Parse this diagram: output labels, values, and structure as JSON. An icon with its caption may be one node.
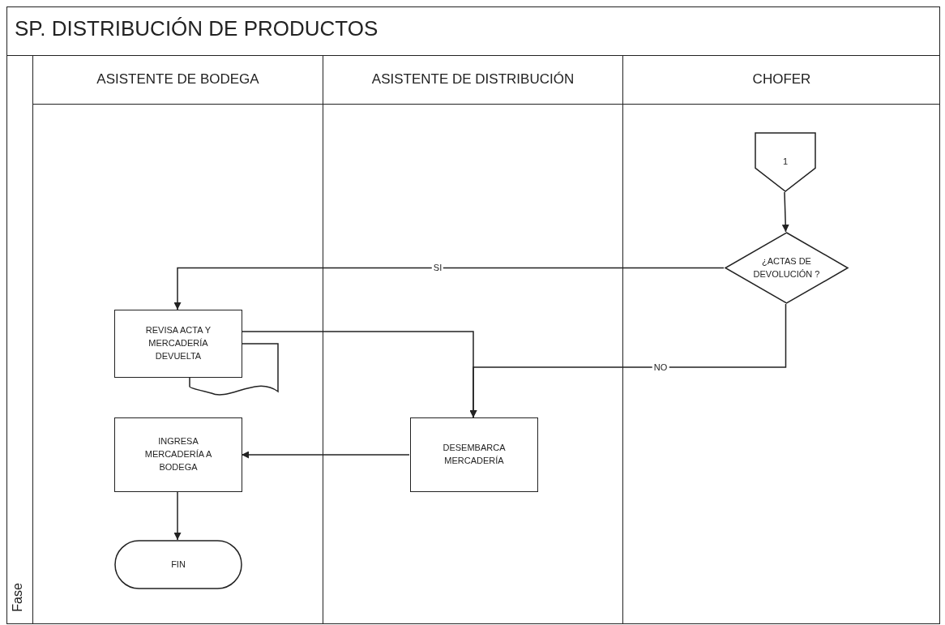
{
  "diagram": {
    "title": "SP. DISTRIBUCIÓN DE PRODUCTOS",
    "nodes": [
      {
        "text": [
          "ASISTENTE DE BODEGA"
        ]
      },
      {
        "text": [
          "ASISTENTE DE DISTRIBUCIÓN"
        ]
      },
      {
        "text": [
          "CHOFER"
        ]
      },
      {
        "text": [
          "1"
        ],
        "in": 2
      },
      {
        "text": [
          "¿ACTAS DE DEVOLUCIÓN ?"
        ],
        "in": 2
      },
      {
        "text": [
          "REVISA ACTA Y MERCADERÍA DEVUELTA"
        ],
        "in": 0
      },
      {
        "text": [],
        "shape": "document",
        "in": 0
      },
      {
        "text": [
          "DESEMBARCA MERCADERÍA"
        ],
        "in": 1
      },
      {
        "text": [
          "INGRESA MERCADERÍA A BODEGA"
        ],
        "in": 0
      },
      {
        "text": [
          "FIN"
        ],
        "in": 0
      }
    ],
    "edges": [
      {
        "from": 3,
        "to": 4,
        "arrow": "to"
      },
      {
        "from": 4,
        "to": 5,
        "arrow": "to",
        "label": "SI"
      },
      {
        "from": 4,
        "to": 7,
        "arrow": "to",
        "label": "NO"
      },
      {
        "from": 5,
        "to": 7,
        "arrow": "to"
      },
      {
        "from": 7,
        "to": 8,
        "arrow": "to"
      },
      {
        "from": 8,
        "to": 9,
        "arrow": "to"
      }
    ],
    "labels": [
      "Fase"
    ]
  }
}
